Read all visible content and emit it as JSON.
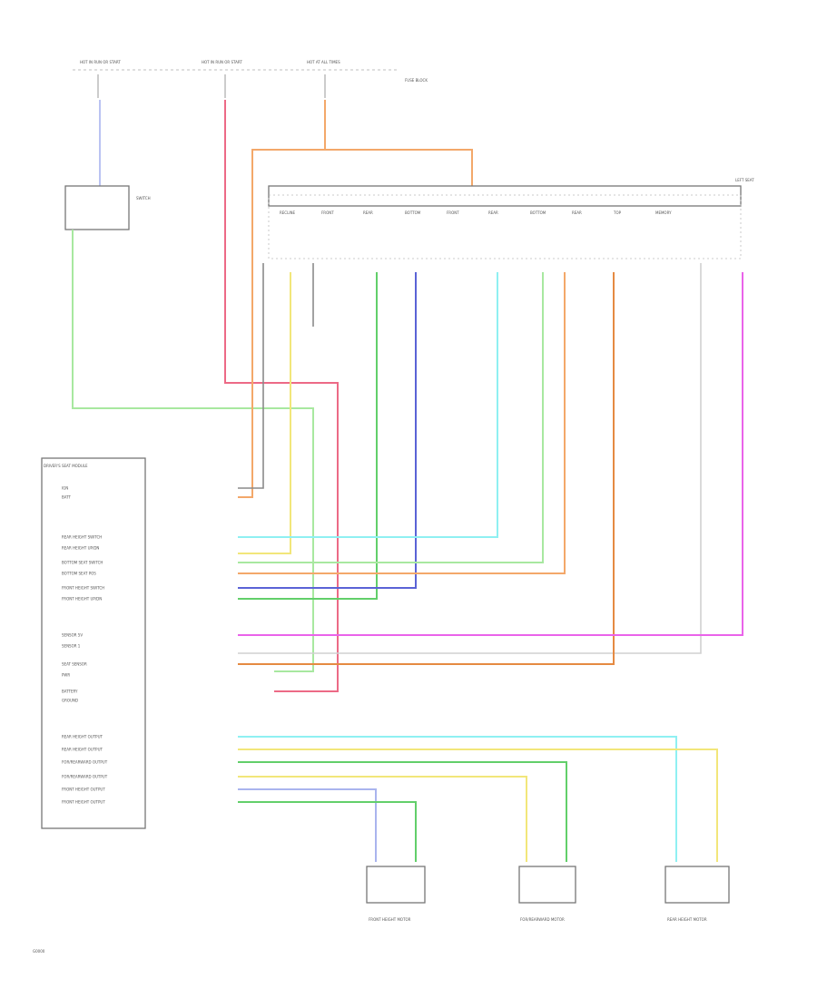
{
  "diagram": {
    "fuse_labels": [
      "HOT IN RUN OR START",
      "HOT IN RUN OR START",
      "HOT AT ALL TIMES",
      "FUSE BLOCK"
    ],
    "sensor_block_label": "LEFT SEAT",
    "switch_labels": [
      "RECLINE",
      "FRONT",
      "REAR",
      "BOTTOM",
      "FRONT",
      "REAR",
      "BOTTOM",
      "REAR",
      "TOP",
      "MEMORY"
    ],
    "module_label": "DRIVER'S SEAT MODULE",
    "module_pins": [
      "IGN",
      "BATT",
      "REAR HEIGHT SWITCH",
      "REAR HEIGHT UP/DN",
      "BOTTOM SEAT SWITCH",
      "BOTTOM SEAT POS",
      "FRONT HEIGHT SWITCH",
      "FRONT HEIGHT UP/DN",
      "SENSOR 5V",
      "SENSOR 1",
      "SEAT SENSOR",
      "PWR",
      "BATTERY",
      "GROUND",
      "REAR HEIGHT OUTPUT",
      "REAR HEIGHT OUTPUT",
      "FOR/REARWARD OUTPUT",
      "FOR/REARWARD OUTPUT",
      "FRONT HEIGHT OUTPUT",
      "FRONT HEIGHT OUTPUT"
    ],
    "motor_labels": [
      "FRONT HEIGHT MOTOR",
      "FOR/REARWARD MOTOR",
      "REAR HEIGHT MOTOR"
    ],
    "footer_code": "G0000",
    "colors": {
      "blue_light": "#a9b4ee",
      "blue": "#5b63d6",
      "green": "#62cf6a",
      "green_light": "#a8e8a0",
      "orange": "#f3a86a",
      "orange_dark": "#e58a42",
      "red": "#ec6a86",
      "yellow": "#f2e67a",
      "cyan": "#8ff0f2",
      "magenta": "#ea63ea",
      "gray": "#8a8a8a",
      "dark": "#444444"
    }
  }
}
